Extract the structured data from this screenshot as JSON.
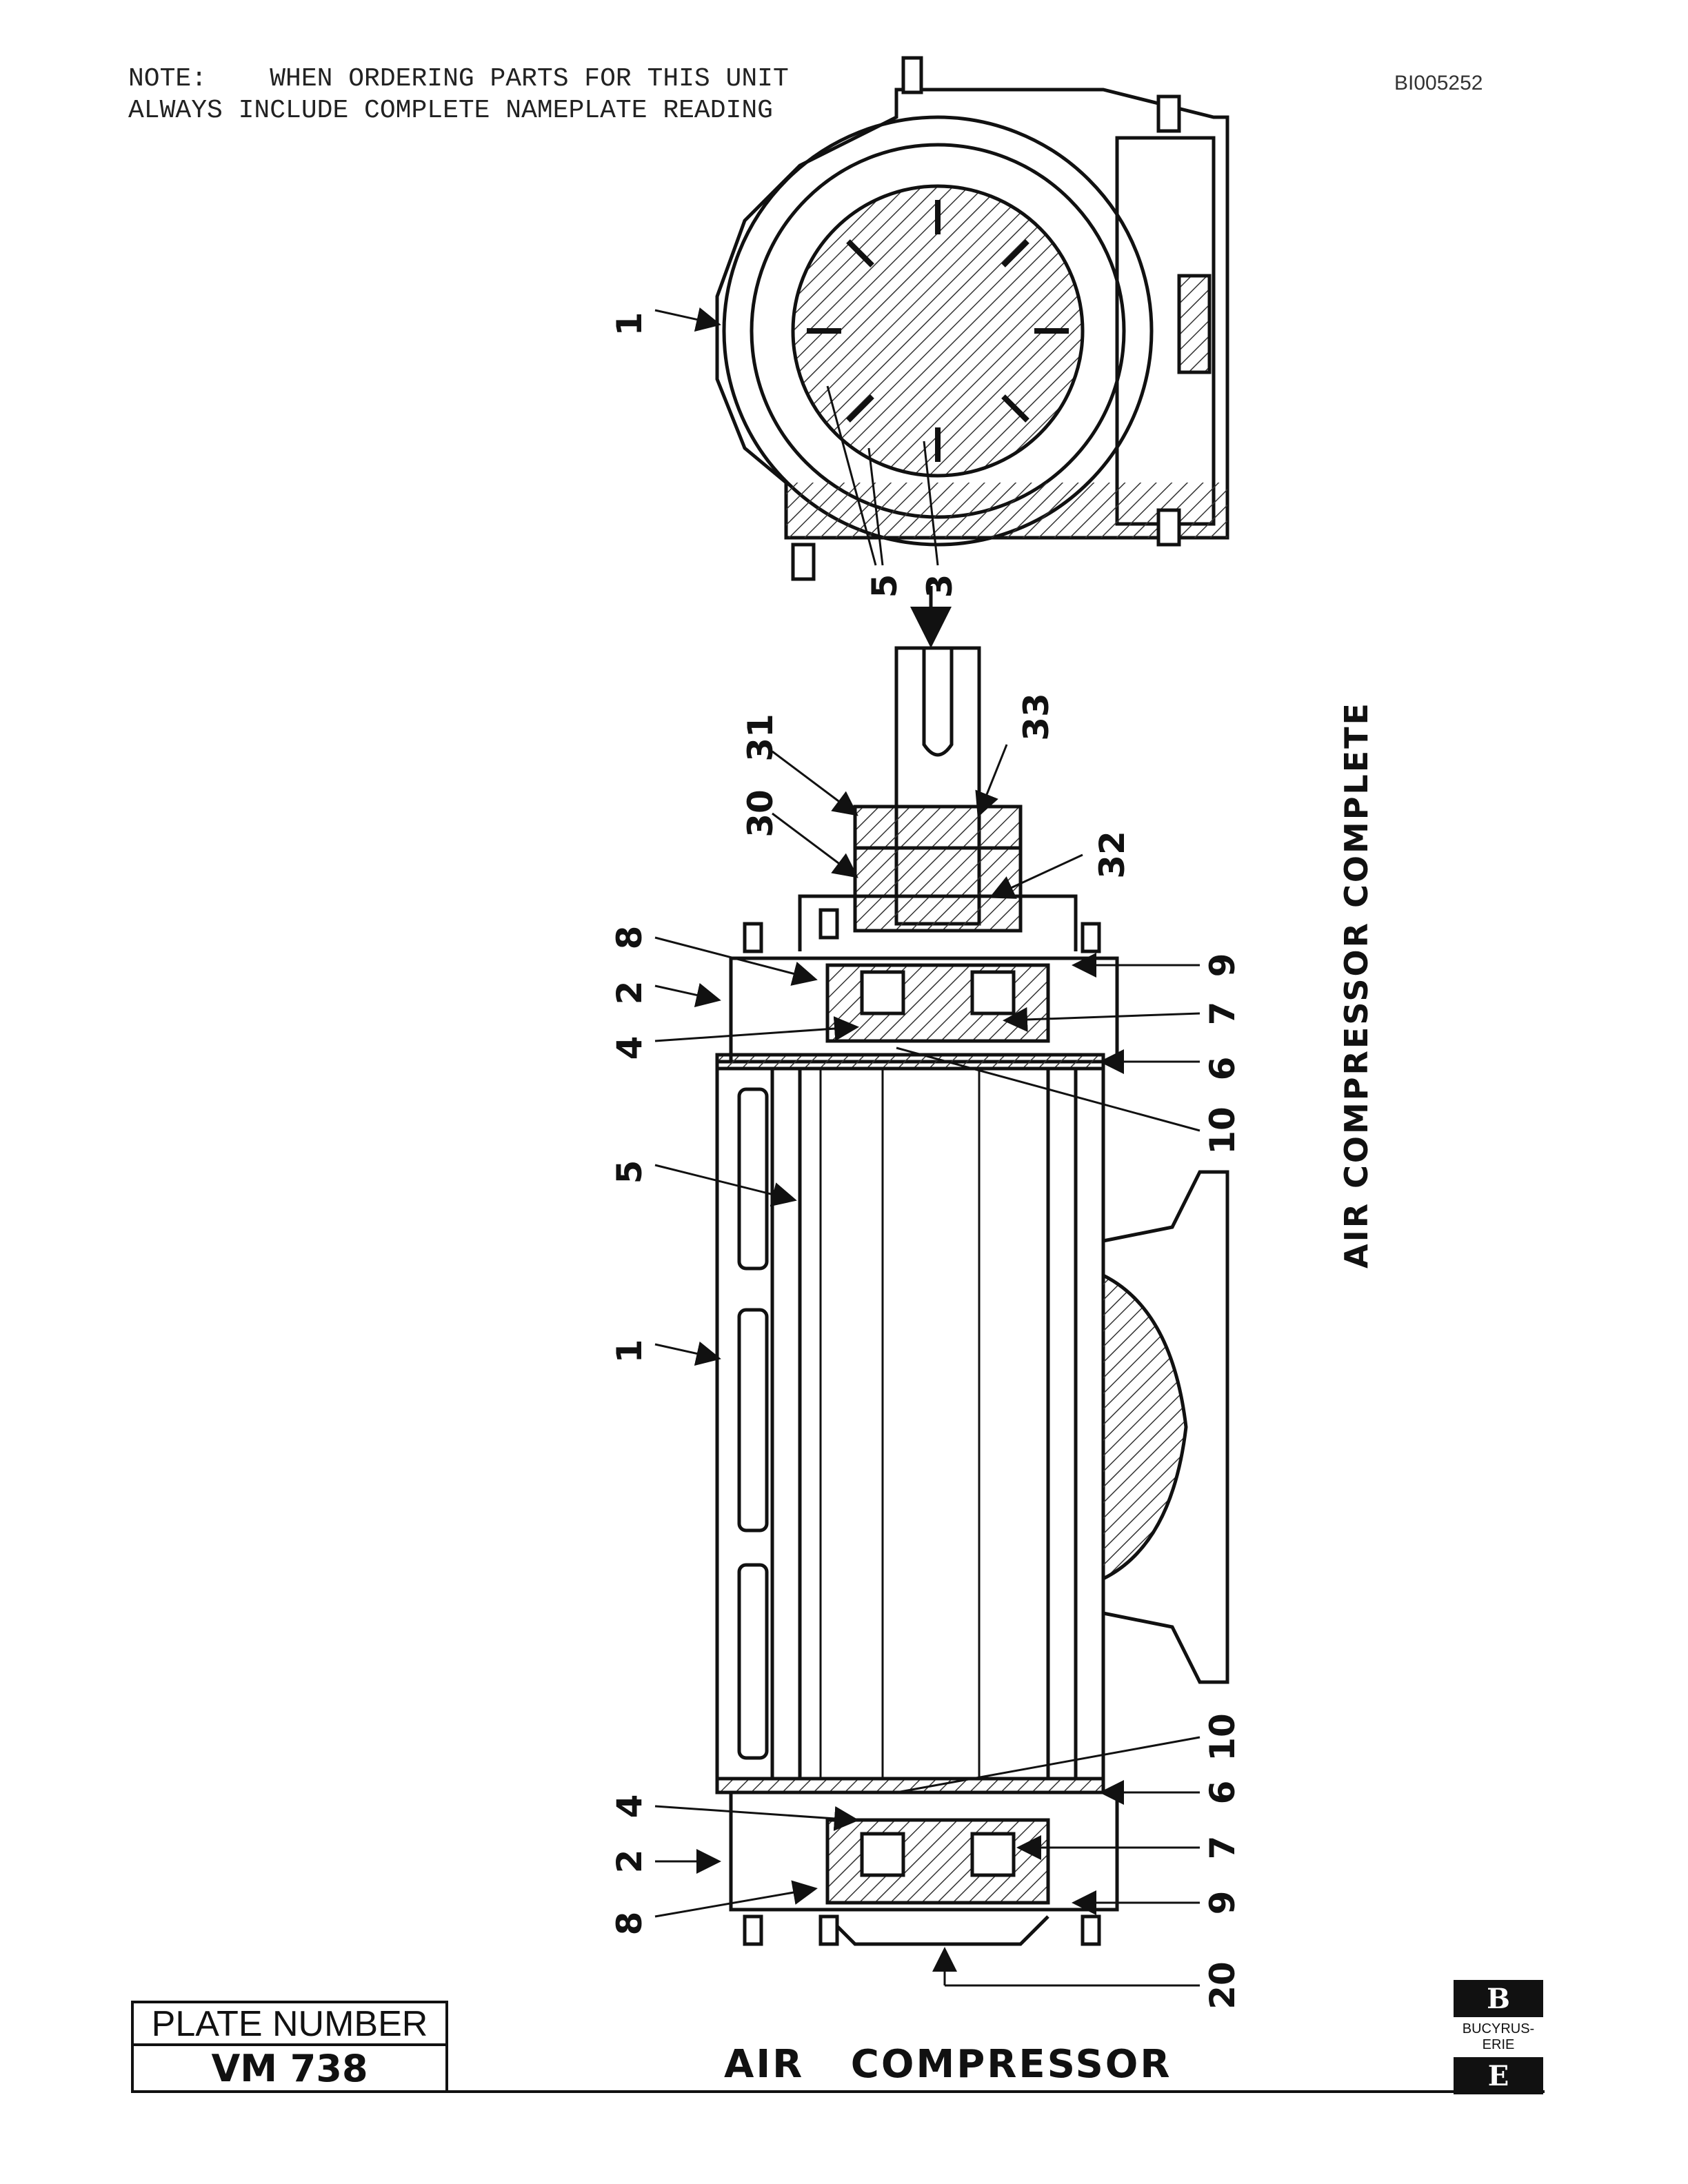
{
  "note": {
    "line1": "NOTE:    WHEN ORDERING PARTS FOR THIS UNIT",
    "line2": "ALWAYS INCLUDE COMPLETE NAMEPLATE READING"
  },
  "document_id": "BI005252",
  "drawing_title": "AIR COMPRESSOR COMPLETE",
  "callouts": {
    "end_view": [
      "1",
      "5",
      "3"
    ],
    "section_view": [
      "31",
      "33",
      "30",
      "32",
      "8",
      "9",
      "2",
      "7",
      "4",
      "6",
      "10",
      "5",
      "1",
      "10",
      "6",
      "4",
      "7",
      "2",
      "9",
      "8",
      "20"
    ]
  },
  "plate": {
    "label": "PLATE NUMBER",
    "number": "VM 738"
  },
  "title": "AIR   COMPRESSOR",
  "logo": {
    "top": "B",
    "brand": "BUCYRUS-ERIE",
    "bottom": "E"
  }
}
